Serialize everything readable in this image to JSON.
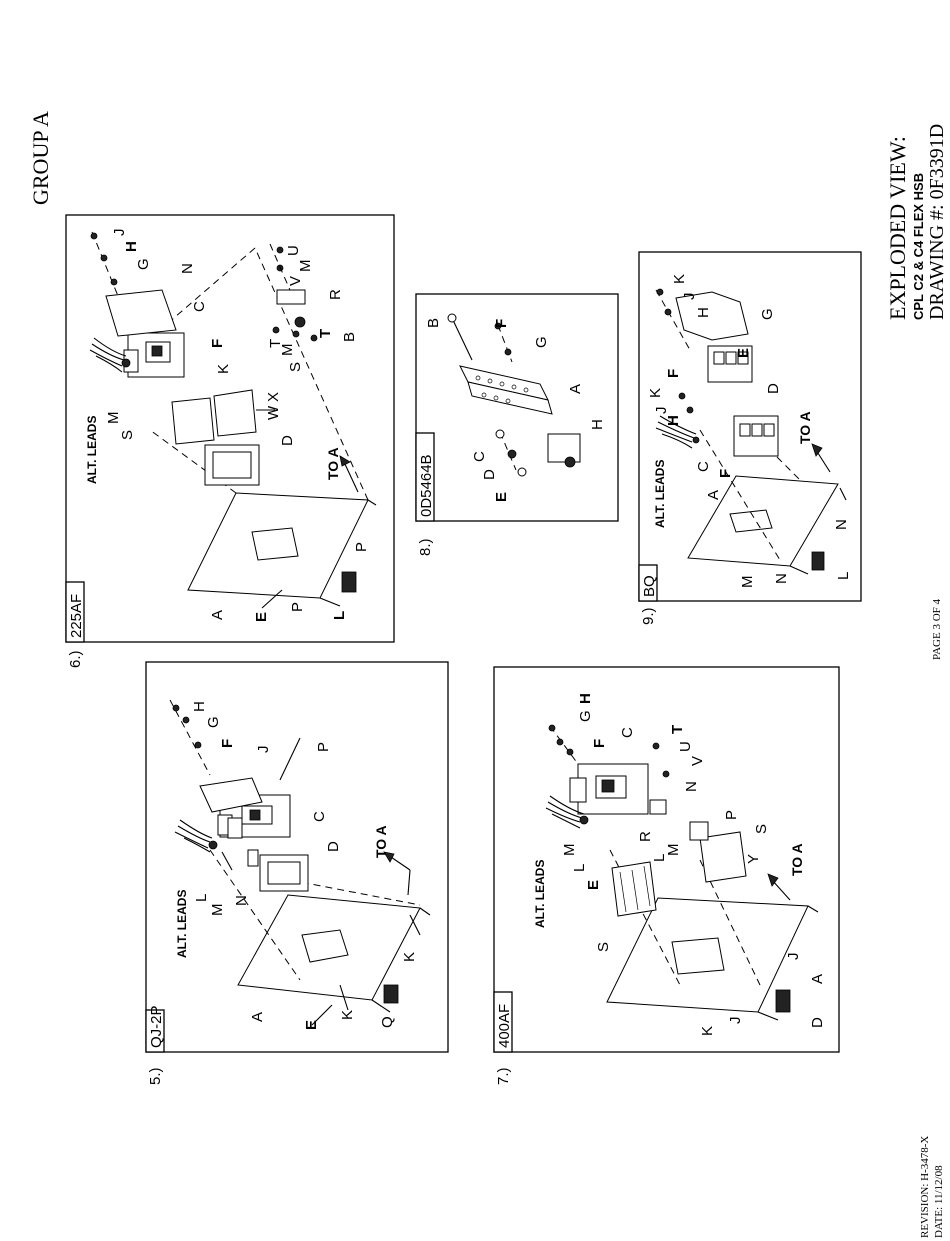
{
  "header": {
    "group": "GROUP A"
  },
  "title_block": {
    "line1": "EXPLODED VIEW:",
    "line2": "CPL C2 & C4 FLEX HSB",
    "line3": "DRAWING #: 0F3391D",
    "page": "PAGE 3 OF 4",
    "revision": "REVISION: H-3478-X",
    "date": "DATE: 11/12/08"
  },
  "common": {
    "alt_leads": "ALT. LEADS",
    "to_a": "TO A"
  },
  "views": {
    "v5": {
      "number": "5.)",
      "tag": "QJ-2P",
      "labels": {
        "A": "A",
        "C": "C",
        "D": "D",
        "E": "E",
        "F": "F",
        "G": "G",
        "H": "H",
        "J": "J",
        "K1": "K",
        "K2": "K",
        "L": "L",
        "M": "M",
        "N": "N",
        "P": "P",
        "Q": "Q"
      }
    },
    "v6": {
      "number": "6.)",
      "tag": "225AF",
      "labels": {
        "A": "A",
        "B": "B",
        "C": "C",
        "D": "D",
        "E": "E",
        "F": "F",
        "G": "G",
        "H": "H",
        "J": "J",
        "K": "K",
        "L": "L",
        "M1": "M",
        "M2": "M",
        "M3": "M",
        "N": "N",
        "P1": "P",
        "P2": "P",
        "R": "R",
        "S1": "S",
        "S2": "S",
        "T1": "T",
        "T2": "T",
        "U": "U",
        "V": "V",
        "W": "W",
        "X": "X"
      }
    },
    "v7": {
      "number": "7.)",
      "tag": "400AF",
      "labels": {
        "A": "A",
        "C": "C",
        "D": "D",
        "E": "E",
        "F": "F",
        "G": "G",
        "H": "H",
        "J1": "J",
        "J2": "J",
        "K": "K",
        "L1": "L",
        "L2": "L",
        "M1": "M",
        "M2": "M",
        "N": "N",
        "P": "P",
        "R": "R",
        "S1": "S",
        "S2": "S",
        "T": "T",
        "U": "U",
        "V": "V",
        "Y": "Y"
      }
    },
    "v8": {
      "number": "8.)",
      "tag": "0D5464B",
      "labels": {
        "A": "A",
        "B": "B",
        "C": "C",
        "D": "D",
        "E": "E",
        "F": "F",
        "G": "G",
        "H": "H"
      }
    },
    "v9": {
      "number": "9.)",
      "tag": "BQ",
      "labels": {
        "A": "A",
        "C": "C",
        "D": "D",
        "E": "E",
        "F1": "F",
        "F2": "F",
        "G": "G",
        "H1": "H",
        "H2": "H",
        "J1": "J",
        "J2": "J",
        "K1": "K",
        "K2": "K",
        "L": "L",
        "M": "M",
        "N1": "N",
        "N2": "N"
      }
    }
  }
}
